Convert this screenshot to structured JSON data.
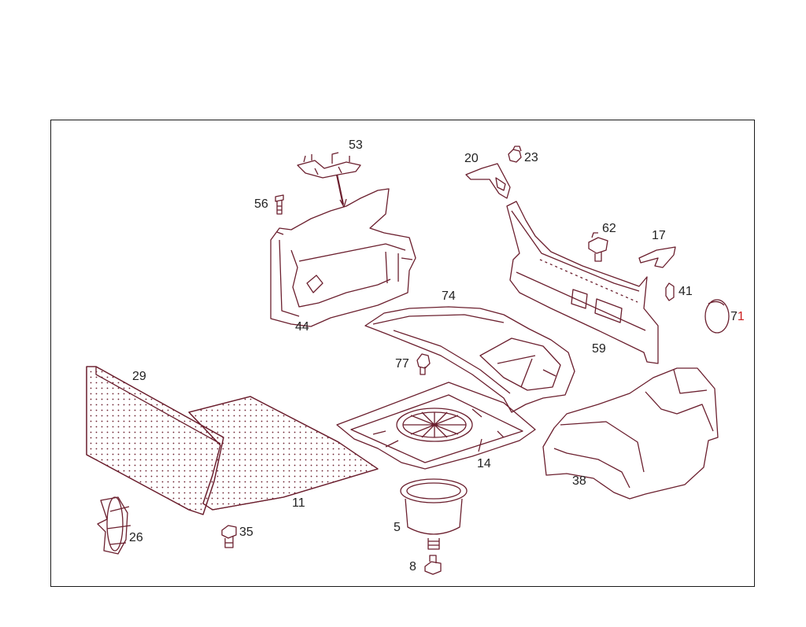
{
  "diagram": {
    "stroke_color": "#6b1f2e",
    "label_color": "#222222",
    "accent_color": "#cc1f1f",
    "callouts": [
      {
        "id": "c53",
        "text": "53"
      },
      {
        "id": "c56",
        "text": "56"
      },
      {
        "id": "c20",
        "text": "20"
      },
      {
        "id": "c23",
        "text": "23"
      },
      {
        "id": "c62",
        "text": "62"
      },
      {
        "id": "c17",
        "text": "17"
      },
      {
        "id": "c41",
        "text": "41"
      },
      {
        "id": "c71a",
        "text": "7"
      },
      {
        "id": "c71b",
        "text": "1"
      },
      {
        "id": "c44",
        "text": "44"
      },
      {
        "id": "c74",
        "text": "74"
      },
      {
        "id": "c59",
        "text": "59"
      },
      {
        "id": "c77",
        "text": "77"
      },
      {
        "id": "c29",
        "text": "29"
      },
      {
        "id": "c14",
        "text": "14"
      },
      {
        "id": "c38",
        "text": "38"
      },
      {
        "id": "c11",
        "text": "11"
      },
      {
        "id": "c5",
        "text": "5"
      },
      {
        "id": "c26",
        "text": "26"
      },
      {
        "id": "c35",
        "text": "35"
      },
      {
        "id": "c8",
        "text": "8"
      }
    ]
  }
}
